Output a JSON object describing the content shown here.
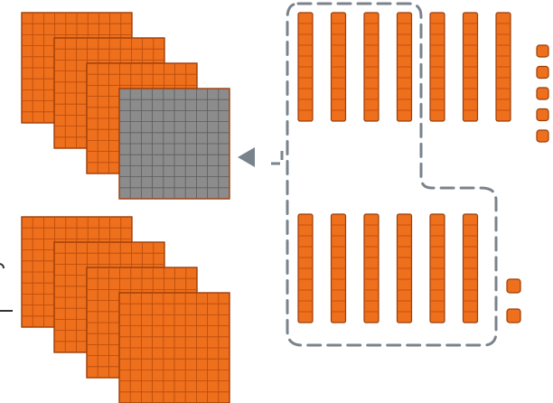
{
  "colors": {
    "block_fill": "#ee6f1c",
    "block_grid": "#b84a0c",
    "block_edge": "#9c3d08",
    "highlight_fill": "#8c8c8c",
    "highlight_grid": "#5c5c5c",
    "dashed_outline": "#7a838c",
    "arrow": "#7a838c"
  },
  "hundreds_groups": [
    {
      "name": "top-group",
      "flats": 4,
      "highlighted_flat_index": 3
    },
    {
      "name": "bottom-group",
      "flats": 4,
      "highlighted_flat_index": -1
    }
  ],
  "tens_rows": [
    {
      "name": "top-row",
      "rods": 7,
      "dashed_rods": 4
    },
    {
      "name": "bottom-row",
      "rods": 6,
      "dashed_rods": 6
    }
  ],
  "ones_columns": [
    {
      "name": "top-ones",
      "units": 5
    },
    {
      "name": "bottom-ones",
      "units": 2
    }
  ],
  "connectors": {
    "arrow_icon": "left-pointing-triangle-arrow-icon",
    "bracket_icon": "partial-bracket-icon"
  }
}
